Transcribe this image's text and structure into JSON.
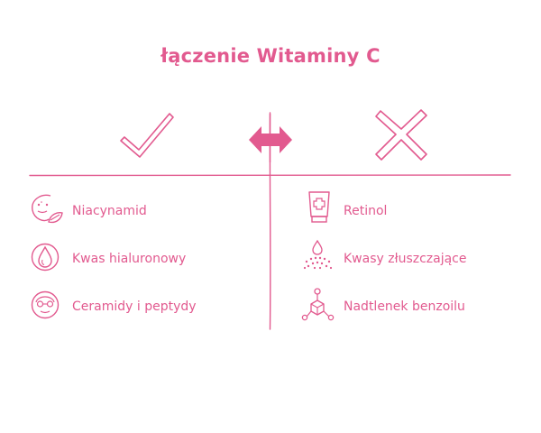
{
  "title": "łączenie Witaminy C",
  "colors": {
    "accent": "#e25a8f",
    "text": "#e25a8f",
    "arrow_fill": "#e25a8f",
    "background": "#ffffff"
  },
  "header_icons": {
    "good": "check-mark-icon",
    "compare": "double-arrow-icon",
    "bad": "cross-mark-icon"
  },
  "good": {
    "items": [
      {
        "label": "Niacynamid",
        "icon": "face-leaf-icon"
      },
      {
        "label": "Kwas hialuronowy",
        "icon": "water-drop-icon"
      },
      {
        "label": "Ceramidy i peptydy",
        "icon": "face-mask-icon"
      }
    ]
  },
  "bad": {
    "items": [
      {
        "label": "Retinol",
        "icon": "cream-tube-icon"
      },
      {
        "label": "Kwasy złuszczające",
        "icon": "acid-drops-icon"
      },
      {
        "label": "Nadtlenek benzoilu",
        "icon": "molecule-icon"
      }
    ]
  }
}
